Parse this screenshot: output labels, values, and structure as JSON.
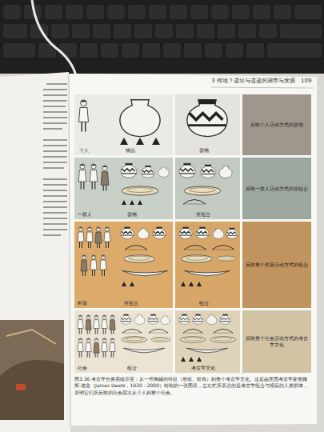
{
  "diagram": {
    "caption": "图3.36 考古学分类层级示意：从一件陶罐的特征（形状、纹饰）到整个考古学文化。这是由美国考古学家詹姆斯·迪兹（James Deetz，1930－2000）绘制的一张图表，左右栏所表达的是考古学组合与相应的人类群体，表明它们所反映的社会层次从个人到整个社会。",
    "nodes": [
      {
        "text": [
          "个人",
          "物品"
        ]
      },
      {
        "text": [
          "器物"
        ]
      },
      {
        "text": [
          "反映个人活动方式的器物"
        ]
      },
      {
        "text": [
          "一群人",
          "器物"
        ]
      },
      {
        "text": [
          "亚组合"
        ]
      },
      {
        "text": [
          "反映一群人活动方式的亚组合"
        ]
      },
      {
        "text": [
          "村落",
          "亚组合"
        ]
      },
      {
        "text": [
          "组合"
        ]
      },
      {
        "text": [
          "反映整个村落活动方式的组合"
        ]
      },
      {
        "text": [
          "社会",
          "组合"
        ]
      },
      {
        "text": [
          "考古学文化"
        ]
      },
      {
        "text": [
          "反映整个社会活动方式的考古学文化"
        ]
      }
    ],
    "labels": [
      "3 何地？遗址与遗迹的调查与发掘",
      "109"
    ]
  }
}
